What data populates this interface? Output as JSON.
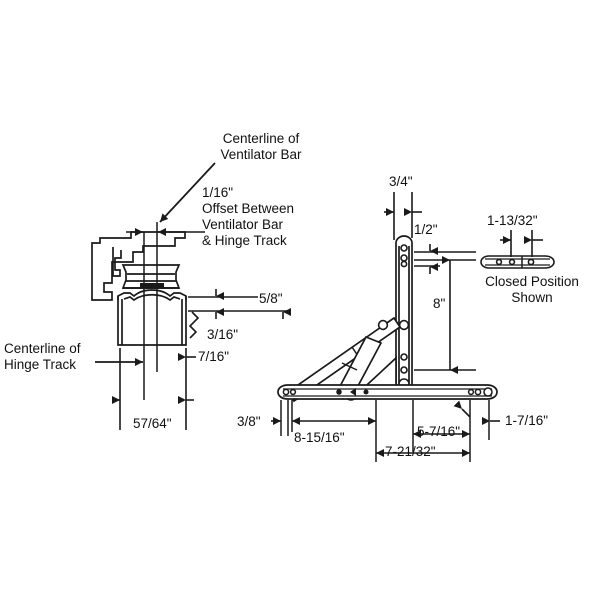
{
  "drawing": {
    "title": "Casement window hinge assembly dimensioned drawing",
    "background_color": "#ffffff",
    "line_color": "#1a1a1a",
    "text_color": "#111111"
  },
  "annotations": {
    "centerline_ventilator_bar": "Centerline of\nVentilator Bar",
    "offset_note": "1/16\"\nOffset Between\nVentilator Bar\n& Hinge Track",
    "centerline_hinge_track": "Centerline of\nHinge Track",
    "closed_position": "Closed Position\nShown"
  },
  "dimensions": {
    "offset": "1/16\"",
    "five_eighths": "5/8\"",
    "three_sixteenths": "3/16\"",
    "seven_sixteenths": "7/16\"",
    "fifty_seven_sixty_fourths": "57/64\"",
    "three_quarters": "3/4\"",
    "one_half": "1/2\"",
    "eight_inch": "8\"",
    "one_thirteen_thirty_seconds": "1-13/32\"",
    "three_eighths": "3/8\"",
    "eight_fifteen_sixteenths": "8-15/16\"",
    "five_seven_sixteenths": "5-7/16\"",
    "seven_twentyone_thirtyseconds": "7-21/32\"",
    "one_seven_sixteenths": "1-7/16\""
  }
}
